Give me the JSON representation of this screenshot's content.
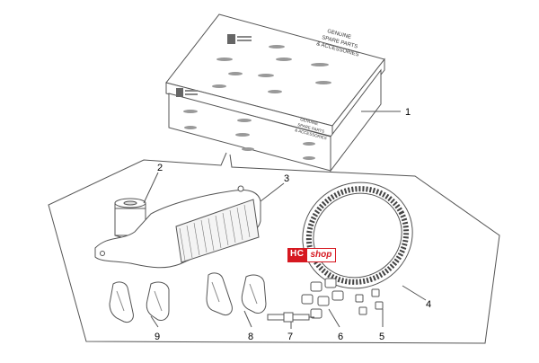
{
  "box": {
    "lid_text_1": "GENUINE",
    "lid_text_2": "SPARE PARTS",
    "lid_text_3": "& ACCESSORIES",
    "front_text_1": "GENUINE",
    "front_text_2": "SPARE PARTS",
    "front_text_3": "& ACCESSORIES"
  },
  "callouts": {
    "c1": "1",
    "c2": "2",
    "c3": "3",
    "c4": "4",
    "c5": "5",
    "c6": "6",
    "c7": "7",
    "c8": "8",
    "c9": "9"
  },
  "watermark": {
    "part_a": "HC",
    "part_b": "shop"
  },
  "colors": {
    "line": "#555555",
    "watermark": "#d61820"
  }
}
